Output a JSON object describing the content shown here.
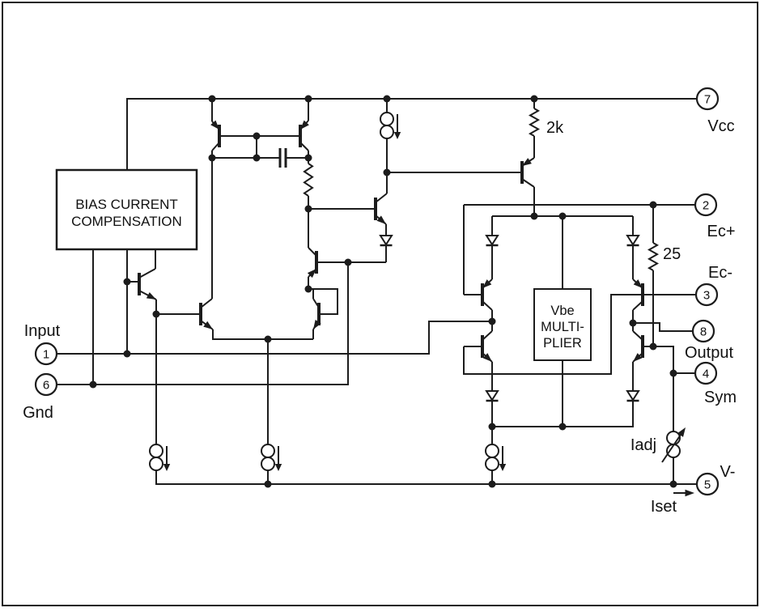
{
  "schematic": {
    "colors": {
      "background": "#ffffff",
      "line": "#1c1c1c",
      "text": "#111111"
    },
    "pins": [
      {
        "number": "1",
        "label": "Input"
      },
      {
        "number": "2",
        "label": "Ec+"
      },
      {
        "number": "3",
        "label": "Ec-"
      },
      {
        "number": "4",
        "label": "Sym"
      },
      {
        "number": "5",
        "label": "V-"
      },
      {
        "number": "6",
        "label": "Gnd"
      },
      {
        "number": "7",
        "label": "Vcc"
      },
      {
        "number": "8",
        "label": "Output"
      }
    ],
    "blocks": {
      "bias": {
        "lines": [
          "BIAS CURRENT",
          "COMPENSATION"
        ]
      },
      "vbe": {
        "lines": [
          "Vbe",
          "MULTI-",
          "PLIER"
        ]
      }
    },
    "resistors": {
      "r2k": "2k",
      "r25": "25"
    },
    "annotations": {
      "iadj": "Iadj",
      "iset": "Iset"
    }
  }
}
